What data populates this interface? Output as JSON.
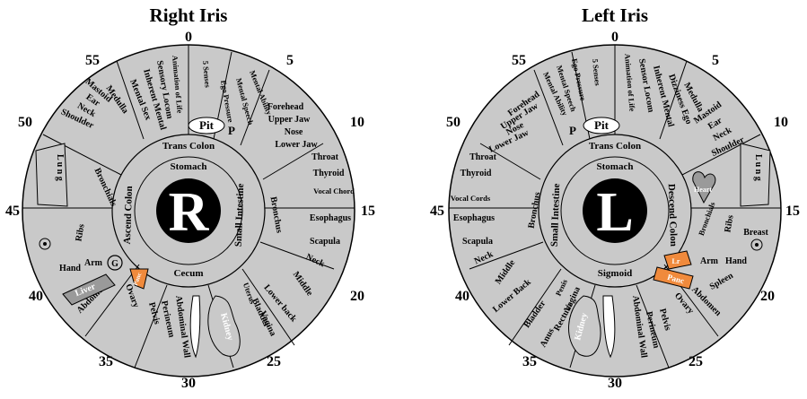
{
  "right": {
    "title": "Right Iris",
    "letter": "R",
    "clock": [
      "0",
      "5",
      "10",
      "15",
      "20",
      "25",
      "30",
      "35",
      "40",
      "45",
      "50",
      "55"
    ],
    "inner": [
      "Stomach",
      "Trans Colon",
      "Small Intestine",
      "Cecum",
      "Ascend Colon"
    ],
    "segments": [
      "Ego Pressure",
      "Mental Speech",
      "Mental Ability",
      "Forehead",
      "Upper Jaw",
      "Nose",
      "Lower Jaw",
      "Throat",
      "Thyroid",
      "Vocal Chord",
      "Esophagus",
      "Scapula",
      "Neck",
      "Middle",
      "Lower back",
      "Bladder",
      "Vagina",
      "Uterus",
      "Kidney",
      "Abdominal Wall",
      "Perineum",
      "Pelvis",
      "Ovary",
      "Abdomen",
      "Liver",
      "Panc",
      "G",
      "Hand",
      "Arm",
      "Ribs",
      "Bronchials",
      "L u n g",
      "Shoulder",
      "Neck",
      "Ear",
      "Mastoid",
      "Medulla",
      "Mental Sex",
      "Inherent Mental",
      "Sensory Locom",
      "Animation of Life",
      "5 Senses",
      "Pit",
      "P",
      "Bronchus"
    ]
  },
  "left": {
    "title": "Left Iris",
    "letter": "L",
    "clock": [
      "0",
      "5",
      "10",
      "15",
      "20",
      "25",
      "30",
      "35",
      "40",
      "45",
      "50",
      "55"
    ],
    "inner": [
      "Stomach",
      "Trans Colon",
      "Small Intestine",
      "Sigmoid",
      "Descend Colon"
    ],
    "segments": [
      "Animation of Life",
      "Sensor Locom",
      "Inherent Mental",
      "Dizziness Ego",
      "Medulla",
      "Mastoid",
      "Ear",
      "Neck",
      "Shoulder",
      "L u n g",
      "Heart",
      "Bronchials",
      "Ribs",
      "Breast",
      "Arm",
      "Hand",
      "Lr",
      "Spleen",
      "Abdomen",
      "Panc",
      "Ovary",
      "Pelvis",
      "Perineum",
      "Abdominal Wall",
      "Kidney",
      "Rectum",
      "Anus",
      "Vagina",
      "Bladder",
      "Penis",
      "Lower Back",
      "Middle",
      "Neck",
      "Scapula",
      "Esophagus",
      "Vocal Cords",
      "Thyroid",
      "Throat",
      "Lower Jaw",
      "Nose",
      "Upper Jaw",
      "Forehead",
      "Mental Ability",
      "Mental Speech",
      "Ego Pressure",
      "5 Senses",
      "Pit",
      "P",
      "Bronchus"
    ]
  },
  "colors": {
    "iris": "#c9c9c9",
    "pupil": "#000000",
    "panc": "#f08a3c",
    "line": "#000000"
  }
}
